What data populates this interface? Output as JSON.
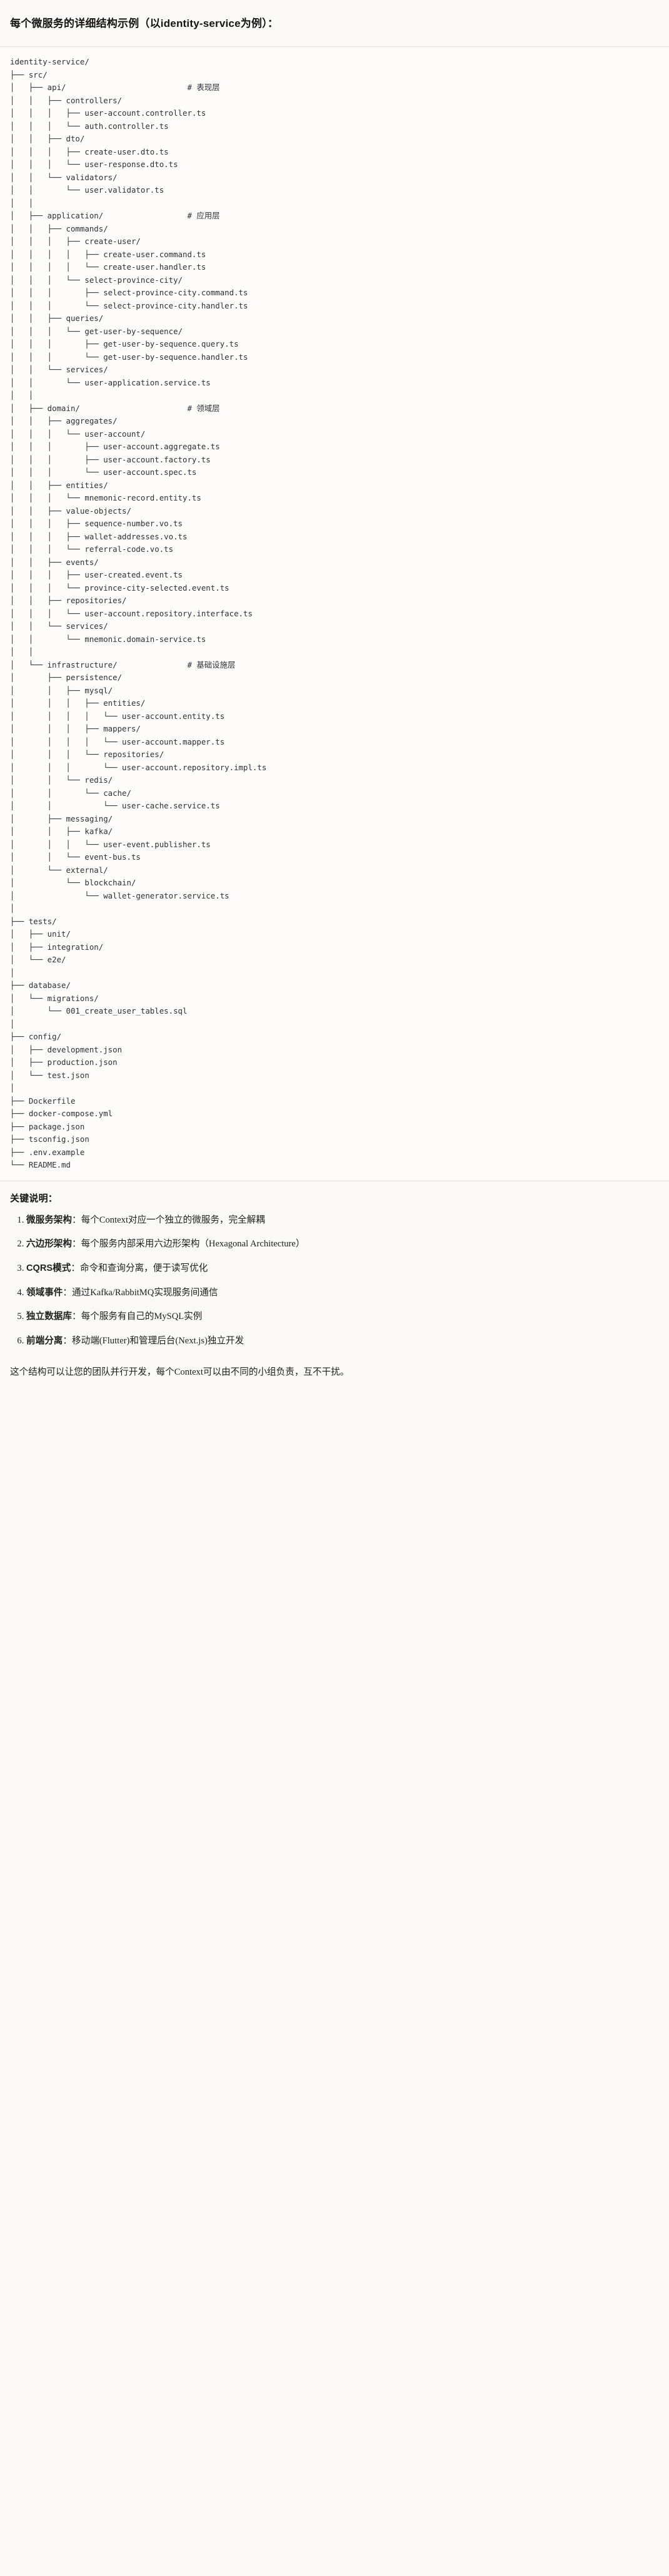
{
  "document": {
    "title": "每个微服务的详细结构示例（以identity-service为例）：",
    "tree_text": "identity-service/\n├── src/\n│   ├── api/                          # 表现层\n│   │   ├── controllers/\n│   │   │   ├── user-account.controller.ts\n│   │   │   └── auth.controller.ts\n│   │   ├── dto/\n│   │   │   ├── create-user.dto.ts\n│   │   │   └── user-response.dto.ts\n│   │   └── validators/\n│   │       └── user.validator.ts\n│   │\n│   ├── application/                  # 应用层\n│   │   ├── commands/\n│   │   │   ├── create-user/\n│   │   │   │   ├── create-user.command.ts\n│   │   │   │   └── create-user.handler.ts\n│   │   │   └── select-province-city/\n│   │   │       ├── select-province-city.command.ts\n│   │   │       └── select-province-city.handler.ts\n│   │   ├── queries/\n│   │   │   └── get-user-by-sequence/\n│   │   │       ├── get-user-by-sequence.query.ts\n│   │   │       └── get-user-by-sequence.handler.ts\n│   │   └── services/\n│   │       └── user-application.service.ts\n│   │\n│   ├── domain/                       # 领域层\n│   │   ├── aggregates/\n│   │   │   └── user-account/\n│   │   │       ├── user-account.aggregate.ts\n│   │   │       ├── user-account.factory.ts\n│   │   │       └── user-account.spec.ts\n│   │   ├── entities/\n│   │   │   └── mnemonic-record.entity.ts\n│   │   ├── value-objects/\n│   │   │   ├── sequence-number.vo.ts\n│   │   │   ├── wallet-addresses.vo.ts\n│   │   │   └── referral-code.vo.ts\n│   │   ├── events/\n│   │   │   ├── user-created.event.ts\n│   │   │   └── province-city-selected.event.ts\n│   │   ├── repositories/\n│   │   │   └── user-account.repository.interface.ts\n│   │   └── services/\n│   │       └── mnemonic.domain-service.ts\n│   │\n│   └── infrastructure/               # 基础设施层\n│       ├── persistence/\n│       │   ├── mysql/\n│       │   │   ├── entities/\n│       │   │   │   └── user-account.entity.ts\n│       │   │   ├── mappers/\n│       │   │   │   └── user-account.mapper.ts\n│       │   │   └── repositories/\n│       │   │       └── user-account.repository.impl.ts\n│       │   └── redis/\n│       │       └── cache/\n│       │           └── user-cache.service.ts\n│       ├── messaging/\n│       │   ├── kafka/\n│       │   │   └── user-event.publisher.ts\n│       │   └── event-bus.ts\n│       └── external/\n│           └── blockchain/\n│               └── wallet-generator.service.ts\n│\n├── tests/\n│   ├── unit/\n│   ├── integration/\n│   └── e2e/\n│\n├── database/\n│   └── migrations/\n│       └── 001_create_user_tables.sql\n│\n├── config/\n│   ├── development.json\n│   ├── production.json\n│   └── test.json\n│\n├── Dockerfile\n├── docker-compose.yml\n├── package.json\n├── tsconfig.json\n├── .env.example\n└── README.md",
    "notes_heading": "关键说明：",
    "key_points": [
      {
        "term": "微服务架构",
        "separator": "：",
        "desc": "每个Context对应一个独立的微服务，完全解耦"
      },
      {
        "term": "六边形架构",
        "separator": "：",
        "desc": "每个服务内部采用六边形架构（Hexagonal Architecture）"
      },
      {
        "term": "CQRS模式",
        "separator": "：",
        "desc": "命令和查询分离，便于读写优化"
      },
      {
        "term": "领域事件",
        "separator": "：",
        "desc": "通过Kafka/RabbitMQ实现服务间通信"
      },
      {
        "term": "独立数据库",
        "separator": "：",
        "desc": "每个服务有自己的MySQL实例"
      },
      {
        "term": "前端分离",
        "separator": "：",
        "desc": "移动端(Flutter)和管理后台(Next.js)独立开发"
      }
    ],
    "closing": "这个结构可以让您的团队并行开发，每个Context可以由不同的小组负责，互不干扰。"
  }
}
